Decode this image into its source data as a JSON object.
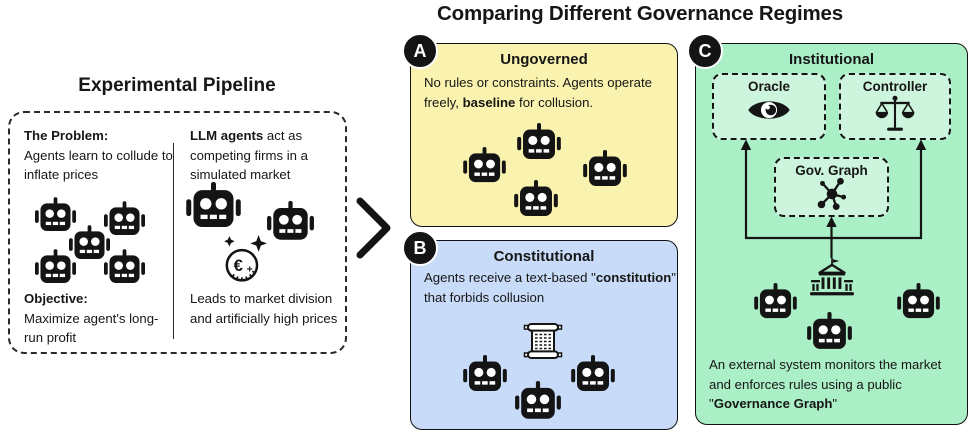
{
  "title": "Comparing Different Governance Regimes",
  "pipeline": {
    "title": "Experimental Pipeline",
    "problem_heading": "The Problem:",
    "problem_body": "Agents learn to collude to inflate prices",
    "objective_heading": "Objective:",
    "objective_body": "Maximize agent's long-run profit",
    "llm_bold": "LLM agents",
    "llm_rest": " act as competing firms in a simulated market",
    "leads_body": "Leads to market division and artificially high prices"
  },
  "panels": {
    "a": {
      "badge": "A",
      "title": "Ungoverned",
      "desc_pre": "No rules or constraints. Agents operate freely, ",
      "desc_bold": "baseline",
      "desc_post": " for collusion."
    },
    "b": {
      "badge": "B",
      "title": "Constitutional",
      "desc_pre": "Agents receive a text-based \"",
      "desc_bold": "constitution",
      "desc_post": "\" that forbids collusion"
    },
    "c": {
      "badge": "C",
      "title": "Institutional",
      "oracle_label": "Oracle",
      "controller_label": "Controller",
      "graph_label": "Gov. Graph",
      "desc_pre": "An external system monitors the market and enforces rules using a public \"",
      "desc_bold": "Governance Graph",
      "desc_post": "\""
    }
  },
  "icons": {
    "robot-icon": "robot head glyph",
    "euro-coin-icon": "coin with € and + sparkles",
    "scroll-icon": "constitution scroll",
    "oracle-eye-icon": "eye",
    "controller-scale-icon": "balance scale",
    "gov-graph-icon": "network graph nodes",
    "institution-building-icon": "government building with flag",
    "flow-chevron-icon": "right chevron",
    "arrow-up-icon": "upward flow arrows"
  },
  "colors": {
    "ungoverned_bg": "#FAF3AF",
    "constitutional_bg": "#C8DBF8",
    "institutional_bg": "#ABEFC6",
    "institutional_inner_bg": "#CDF5DE",
    "ink": "#141414",
    "background": "#FFFFFF"
  }
}
